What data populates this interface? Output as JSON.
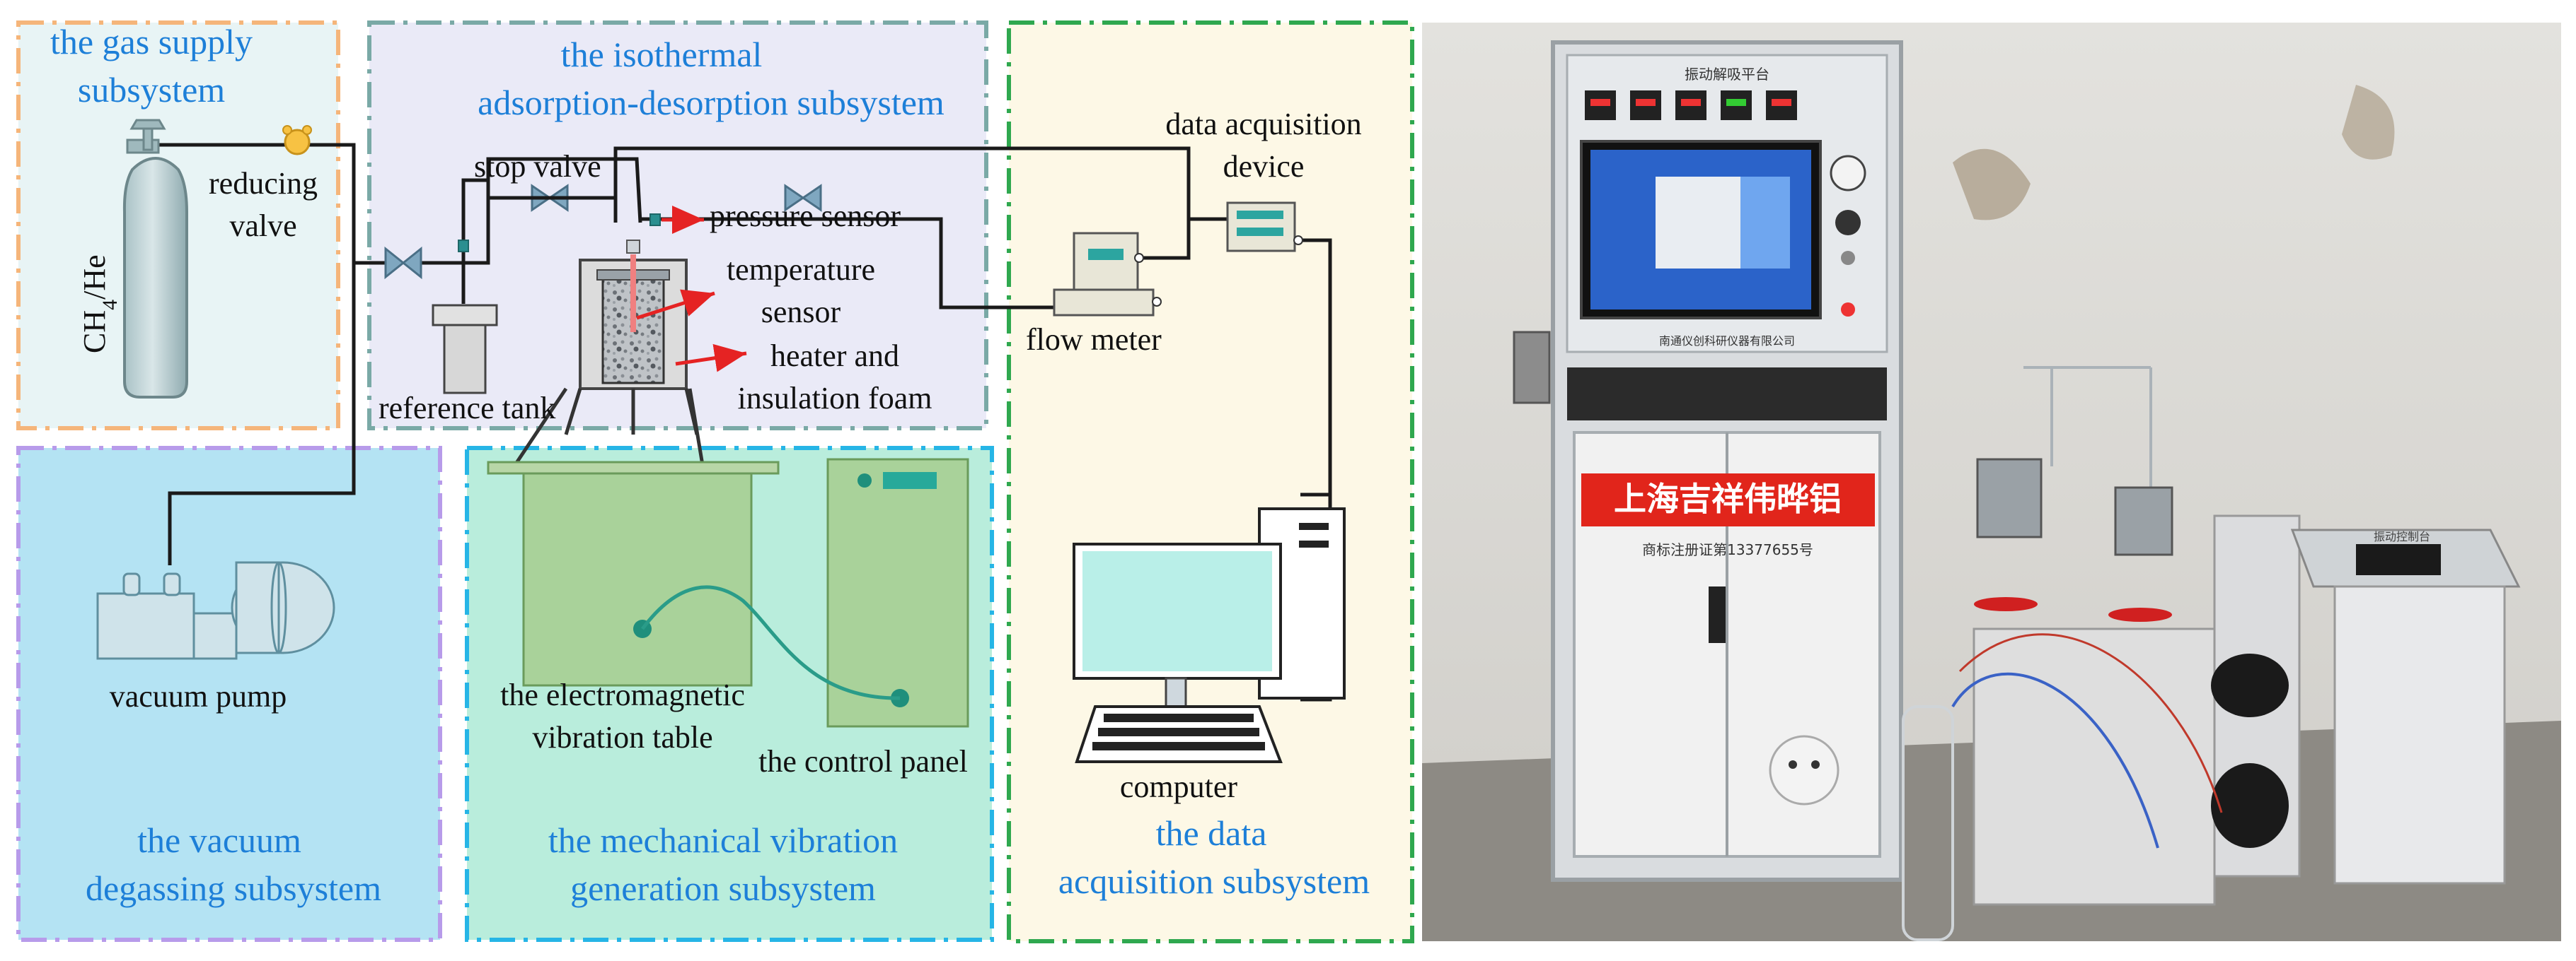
{
  "subsystems": {
    "gas_supply": {
      "line1": "the gas supply",
      "line2": "subsystem"
    },
    "isothermal": {
      "line1": "the isothermal",
      "line2": "adsorption-desorption subsystem"
    },
    "data_acq": {
      "line1": "the data",
      "line2": "acquisition subsystem"
    },
    "vacuum": {
      "line1": "the vacuum",
      "line2": "degassing subsystem"
    },
    "mechanical": {
      "line1": "the mechanical vibration",
      "line2": "generation subsystem"
    }
  },
  "labels": {
    "gas_cylinder": "CH",
    "gas_cylinder_sub": "4",
    "gas_cylinder_tail": "/He",
    "reducing_valve": {
      "line1": "reducing",
      "line2": "valve"
    },
    "stop_valve": "stop valve",
    "pressure_sensor": "pressure sensor",
    "temperature_sensor": {
      "line1": "temperature",
      "line2": "sensor"
    },
    "heater": {
      "line1": "heater and",
      "line2": "insulation foam"
    },
    "reference_tank": "reference tank",
    "flow_meter": "flow meter",
    "daq_device": {
      "line1": "data acquisition",
      "line2": "device"
    },
    "vacuum_pump": "vacuum pump",
    "vibration_table": {
      "line1": "the electromagnetic",
      "line2": "vibration table"
    },
    "control_panel": "the control panel",
    "computer": "computer"
  },
  "photo": {
    "cabinet_header": "振动解吸平台",
    "cabinet_company": "南通仪创科研仪器有限公司",
    "banner": "上海吉祥伟晔铝",
    "banner_sub": "商标注册证第13377655号",
    "console_title": "振动控制台"
  },
  "colors": {
    "gas_supply_border": "#f5b57a",
    "isothermal_border": "#7aa9a6",
    "data_border": "#2fa84f",
    "vacuum_border": "#b79bea",
    "mechanical_border": "#26b5e6",
    "label_blue": "#1d7fd8",
    "arrow_red": "#e52323"
  }
}
